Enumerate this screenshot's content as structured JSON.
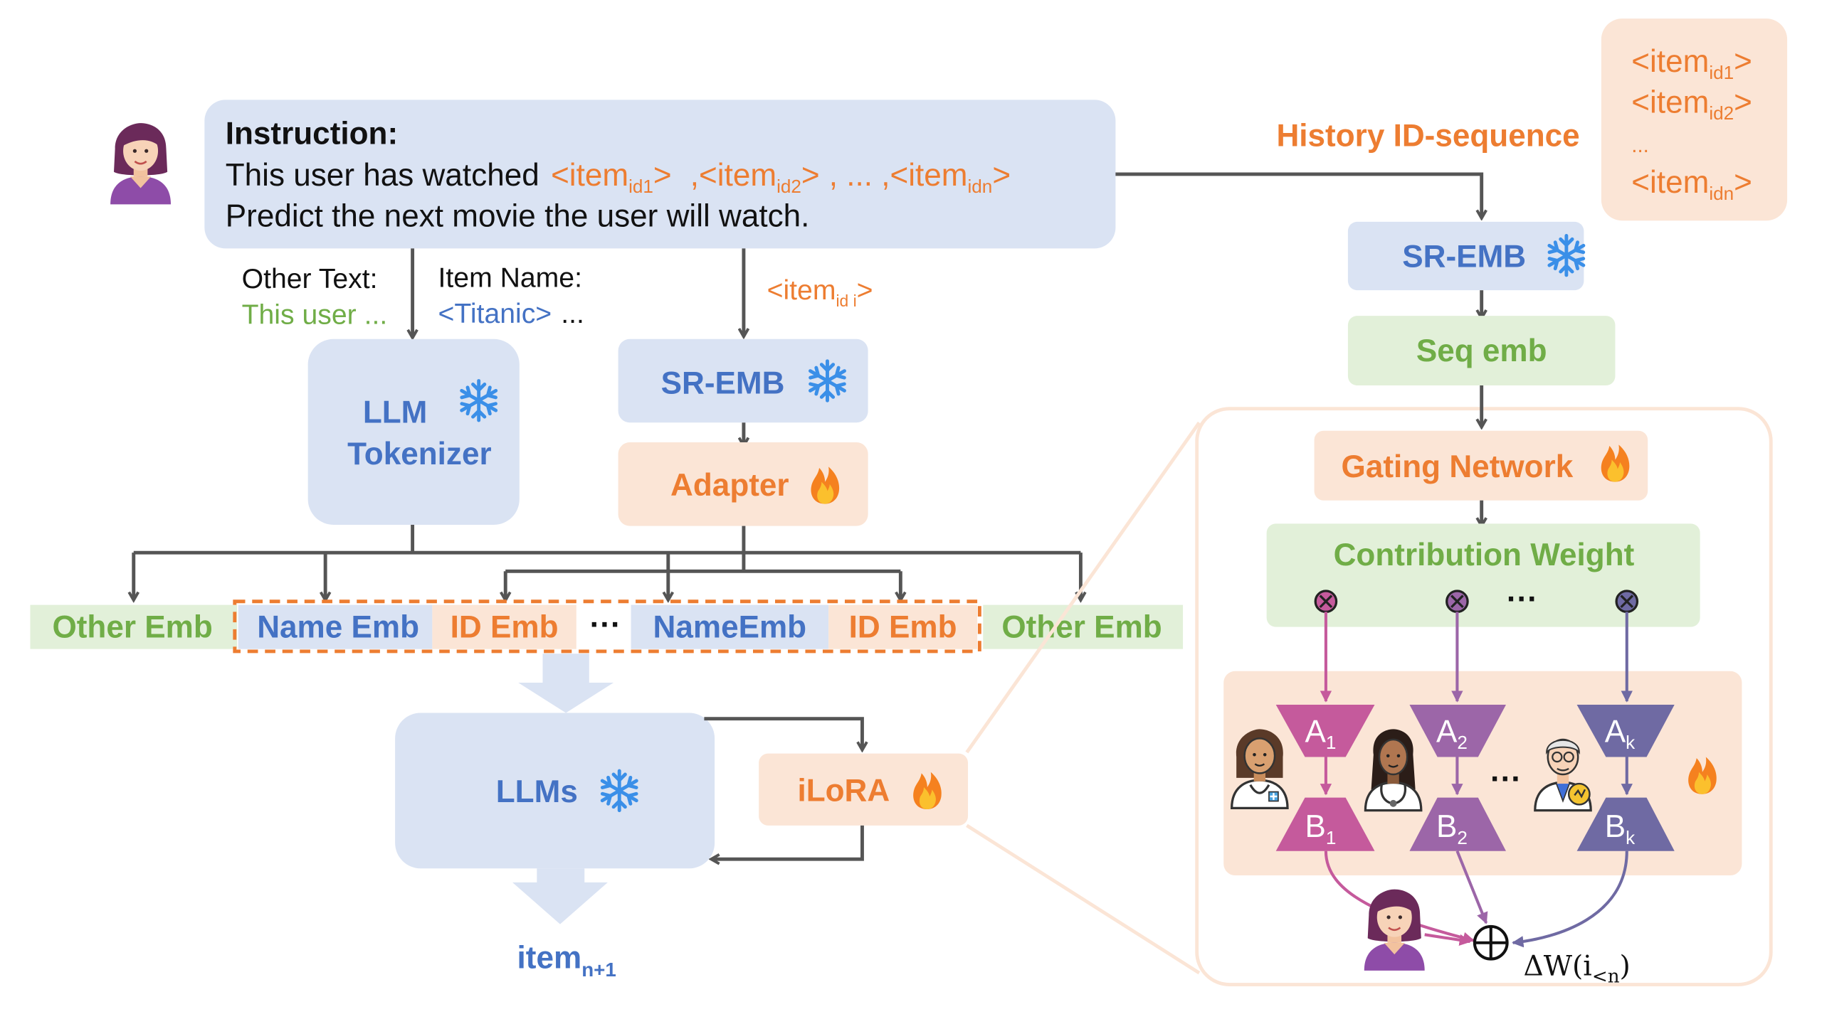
{
  "colors": {
    "blue_box": "#dae3f3",
    "orange_box": "#fbe5d6",
    "green_box": "#e2f0d9",
    "blue_text": "#4472c4",
    "orange_text": "#ed7d31",
    "green_text": "#70ad47",
    "arrow": "#555555",
    "dashed_border": "#ed7d31",
    "expert_a1": "#c55a9c",
    "expert_a2": "#9c66a8",
    "expert_ak": "#6f6aa3"
  },
  "instruction": {
    "title": "Instruction:",
    "line1_prefix": "This user has watched",
    "item_token": "<item",
    "close_token": ">",
    "sub1": "id1",
    "sub2": "id2",
    "subn": "idn",
    "sep1": ",",
    "ellipsis_mid": ", ... ,",
    "line2": "Predict the next movie the user will watch."
  },
  "labels": {
    "other_text_title": "Other Text:",
    "other_text_value": "This user ...",
    "item_name_title": "Item Name:",
    "item_name_value": "<Titanic>",
    "item_name_suffix": "...",
    "item_id_token": "<item",
    "item_id_sub": "id i",
    "item_id_close": ">"
  },
  "boxes": {
    "llm_tokenizer_line1": "LLM",
    "llm_tokenizer_line2": "Tokenizer",
    "sr_emb_left": "SR-EMB",
    "adapter": "Adapter",
    "llms": "LLMs",
    "ilora": "iLoRA",
    "output_item": "item",
    "output_sub": "n+1"
  },
  "emb_row": {
    "other_emb_left": "Other Emb",
    "name_emb": "Name Emb",
    "id_emb": "ID Emb",
    "dots": "···",
    "name_emb2": "NameEmb",
    "id_emb2": "ID Emb",
    "other_emb_right": "Other Emb"
  },
  "right_panel": {
    "history_label": "History ID-sequence",
    "history_items": [
      {
        "token": "<item",
        "sub": "id1",
        "close": ">"
      },
      {
        "token": "<item",
        "sub": "id2",
        "close": ">"
      },
      {
        "token": "...",
        "sub": "",
        "close": ""
      },
      {
        "token": "<item",
        "sub": "idn",
        "close": ">"
      }
    ],
    "sr_emb": "SR-EMB",
    "seq_emb": "Seq emb",
    "gating": "Gating Network",
    "contribution": "Contribution Weight",
    "contribution_dots": "···",
    "experts": [
      {
        "a": "A",
        "b": "B",
        "sub": "1"
      },
      {
        "a": "A",
        "b": "B",
        "sub": "2"
      },
      {
        "a": "A",
        "b": "B",
        "sub": "k"
      }
    ],
    "expert_dots": "···",
    "delta_w": "ΔW(i",
    "delta_sub": "<n",
    "delta_close": ")"
  }
}
